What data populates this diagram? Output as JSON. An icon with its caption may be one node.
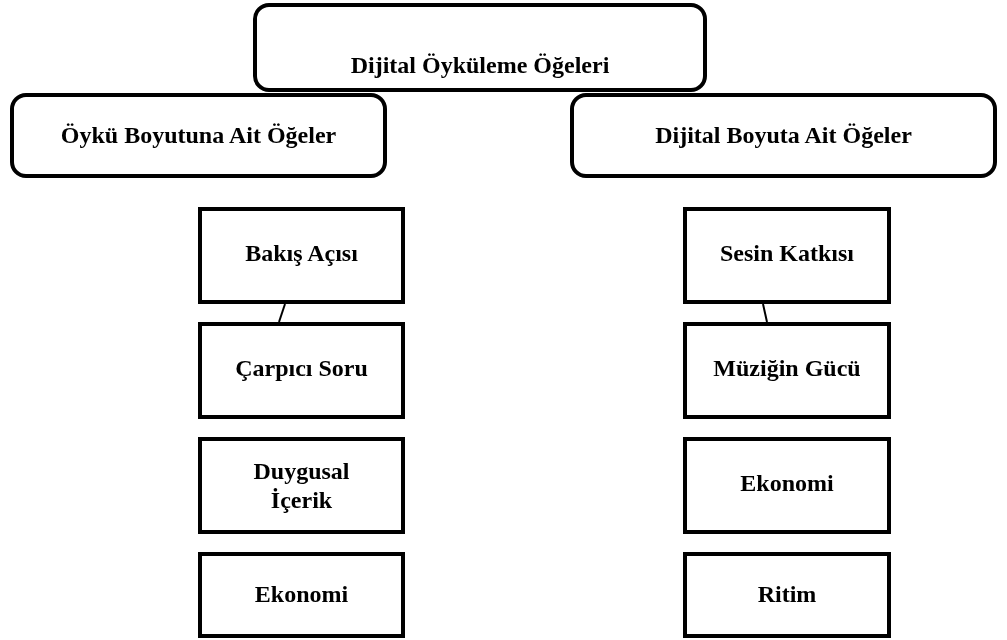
{
  "diagram": {
    "nodes": [
      {
        "text": [
          "Dijital Öyküleme Öğeleri"
        ]
      },
      {
        "text": [
          "Öykü Boyutuna Ait Öğeler"
        ]
      },
      {
        "text": [
          "Dijital Boyuta Ait Öğeler"
        ]
      },
      {
        "text": [
          "Bakış Açısı"
        ]
      },
      {
        "text": [
          "Çarpıcı Soru"
        ]
      },
      {
        "text": [
          "Duygusal İçerik"
        ]
      },
      {
        "text": [
          "Ekonomi"
        ]
      },
      {
        "text": [
          "Sesin Katkısı"
        ]
      },
      {
        "text": [
          "Müziğin Gücü"
        ]
      },
      {
        "text": [
          "Ekonomi"
        ]
      },
      {
        "text": [
          "Ritim"
        ]
      }
    ],
    "edges": [
      {
        "from": 3,
        "to": 4,
        "arrow": "none"
      },
      {
        "from": 7,
        "to": 8,
        "arrow": "none"
      }
    ]
  }
}
